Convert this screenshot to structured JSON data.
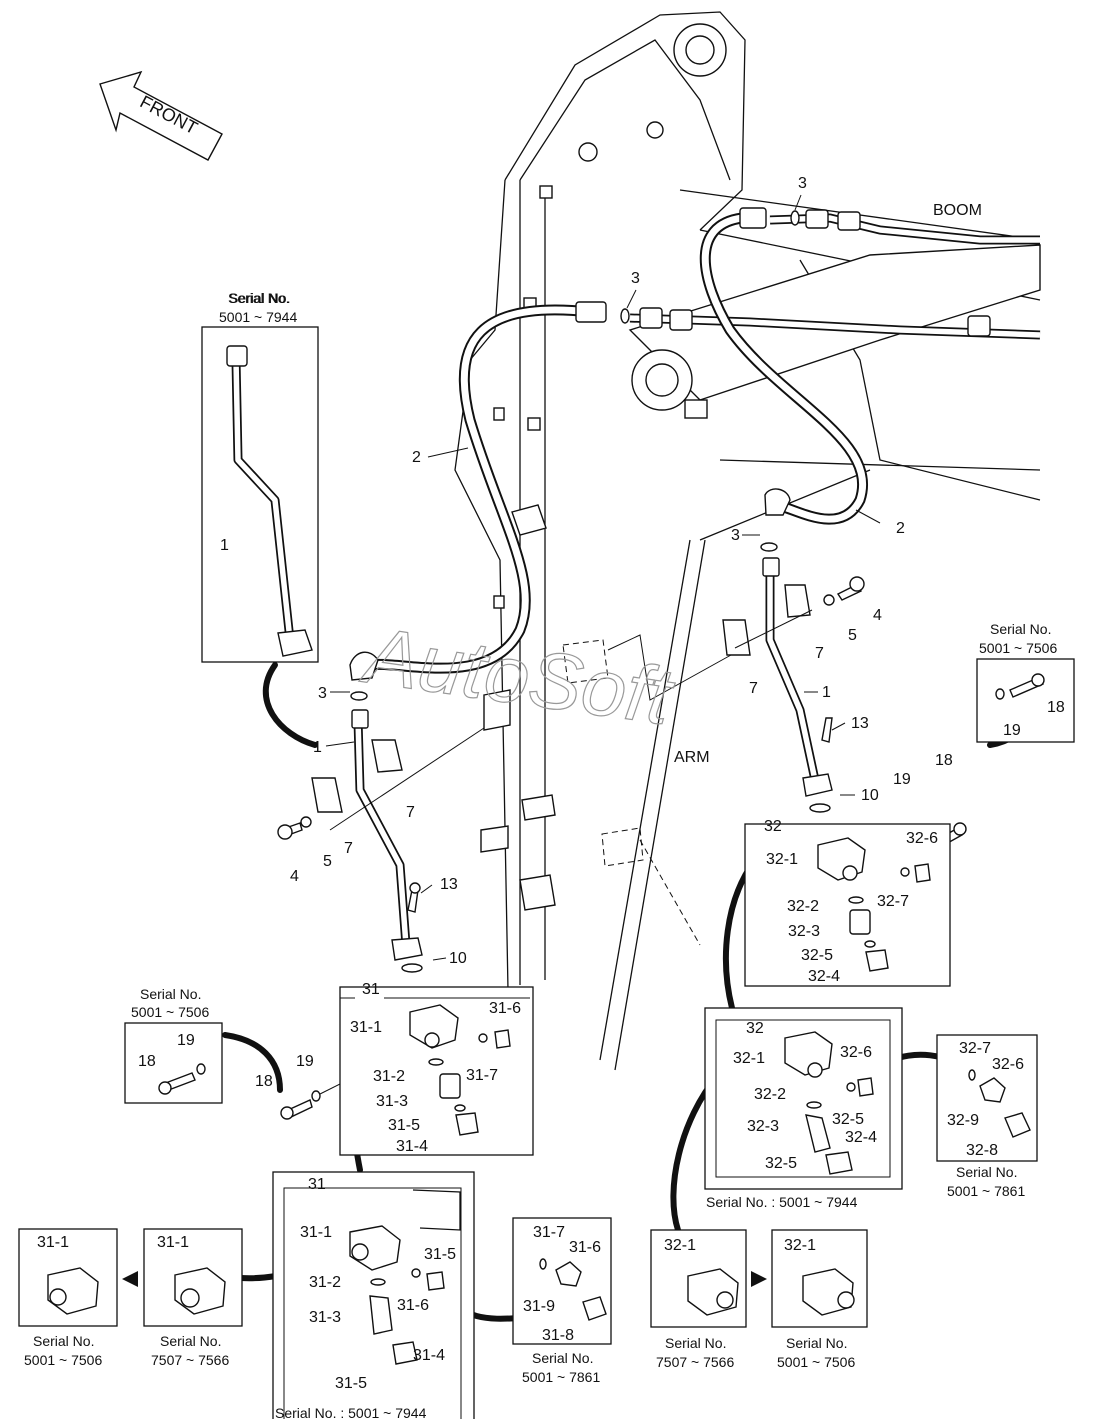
{
  "direction": {
    "label": "FRONT"
  },
  "structures": {
    "boom": "BOOM",
    "arm": "ARM"
  },
  "watermark": "AutoSoft",
  "callouts": {
    "c1a": "1",
    "c1b": "1",
    "c1c": "1",
    "c2a": "2",
    "c2b": "2",
    "c3a": "3",
    "c3b": "3",
    "c3c": "3",
    "c3d": "3",
    "c4a": "4",
    "c4b": "4",
    "c5a": "5",
    "c5b": "5",
    "c7a": "7",
    "c7b": "7",
    "c7c": "7",
    "c7d": "7",
    "c10a": "10",
    "c10b": "10",
    "c13a": "13",
    "c13b": "13",
    "c18a": "18",
    "c18b": "18",
    "c18c": "18",
    "c19a": "19",
    "c19b": "19",
    "c19c": "19",
    "c19d": "19"
  },
  "serial": {
    "label": "Serial No.",
    "label_colon": "Serial No. : 5001 ~ 7944",
    "r5001_7944": "5001 ~ 7944",
    "r5001_7506": "5001 ~ 7506",
    "r5001_7861": "5001 ~ 7861",
    "r7507_7566": "7507 ~ 7566"
  },
  "box31": {
    "title": "31",
    "p1": "31-1",
    "p2": "31-2",
    "p3": "31-3",
    "p4": "31-4",
    "p5": "31-5",
    "p6": "31-6",
    "p7": "31-7"
  },
  "box31b": {
    "title": "31",
    "p1": "31-1",
    "p2": "31-2",
    "p3": "31-3",
    "p4": "31-4",
    "p5": "31-5",
    "p5b": "31-5",
    "p6": "31-6"
  },
  "box31c": {
    "p7": "31-7",
    "p6": "31-6",
    "p9": "31-9",
    "p8": "31-8"
  },
  "box31_alt1": {
    "p1": "31-1"
  },
  "box31_alt2": {
    "p1": "31-1"
  },
  "box32": {
    "title": "32",
    "p1": "32-1",
    "p2": "32-2",
    "p3": "32-3",
    "p4": "32-4",
    "p5": "32-5",
    "p6": "32-6",
    "p7": "32-7"
  },
  "box32b": {
    "title": "32",
    "p1": "32-1",
    "p2": "32-2",
    "p3": "32-3",
    "p4": "32-4",
    "p5": "32-5",
    "p5b": "32-5",
    "p6": "32-6"
  },
  "box32c": {
    "p7": "32-7",
    "p6": "32-6",
    "p9": "32-9",
    "p8": "32-8"
  },
  "box32_alt1": {
    "p1": "32-1"
  },
  "box32_alt2": {
    "p1": "32-1"
  }
}
